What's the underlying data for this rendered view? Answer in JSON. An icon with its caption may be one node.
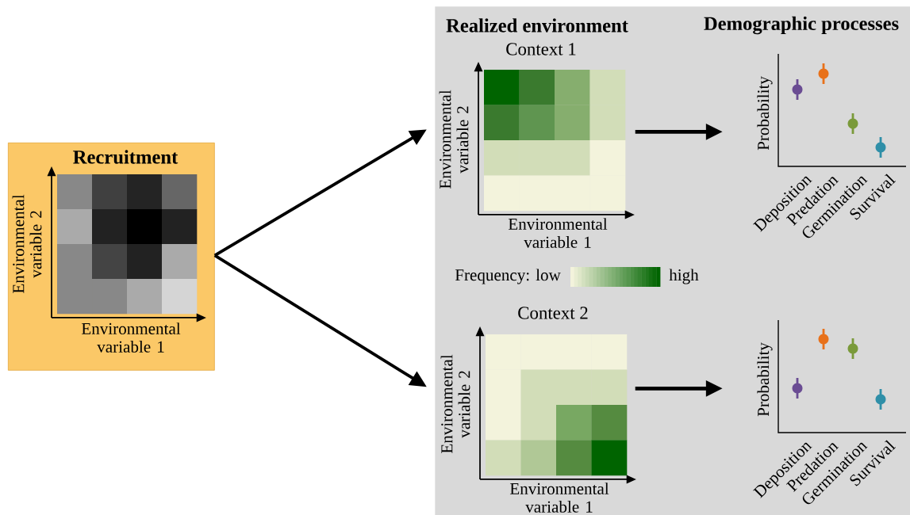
{
  "diagram": {
    "nodes": [
      {
        "text": [
          "Recruitment",
          "Environmental variable 2",
          "Environmental variable 1"
        ]
      },
      {
        "text": [
          "Realized environment",
          "Demographic processes"
        ]
      },
      {
        "text": [
          "Context 1",
          "Environmental variable 2",
          "Environmental variable 1"
        ],
        "in": 1
      },
      {
        "text": [
          "Probability",
          "Deposition",
          "Predation",
          "Germination",
          "Survival"
        ],
        "in": 1
      },
      {
        "text": [
          "Context 2",
          "Environmental variable 2",
          "Environmental variable 1"
        ],
        "in": 1
      },
      {
        "text": [
          "Probability",
          "Deposition",
          "Predation",
          "Germination",
          "Survival"
        ],
        "in": 1
      }
    ],
    "edges": [
      {
        "from": 0,
        "to": 2,
        "arrow": "to"
      },
      {
        "from": 0,
        "to": 4,
        "arrow": "to"
      },
      {
        "from": 2,
        "to": 3,
        "arrow": "to"
      },
      {
        "from": 4,
        "to": 5,
        "arrow": "to"
      }
    ],
    "labels": [
      "Frequency: low",
      "high"
    ]
  }
}
